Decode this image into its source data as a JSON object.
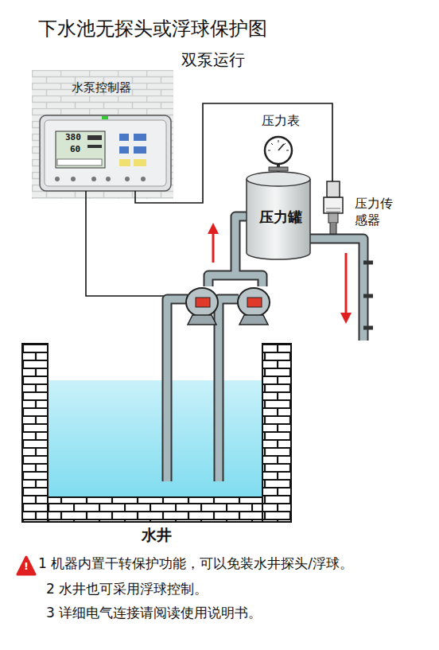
{
  "diagram": {
    "title": "下水池无探头或浮球保护图",
    "nodes": [
      {
        "text": [
          "水泵控制器"
        ]
      },
      {
        "text": [
          "压力表"
        ]
      },
      {
        "text": [
          "压力罐"
        ]
      },
      {
        "text": [
          "压力传感器"
        ]
      },
      {
        "text": [
          "水井"
        ]
      }
    ],
    "edges": [
      {
        "from": 0,
        "to": 3,
        "arrow": "none"
      }
    ],
    "labels": [
      "双泵运行",
      "380",
      "60",
      "!",
      "1 机器内置干转保护功能，可以免装水井探头/浮球。",
      "2 水井也可采用浮球控制。",
      "3 详细电气连接请阅读使用说明书。"
    ]
  }
}
